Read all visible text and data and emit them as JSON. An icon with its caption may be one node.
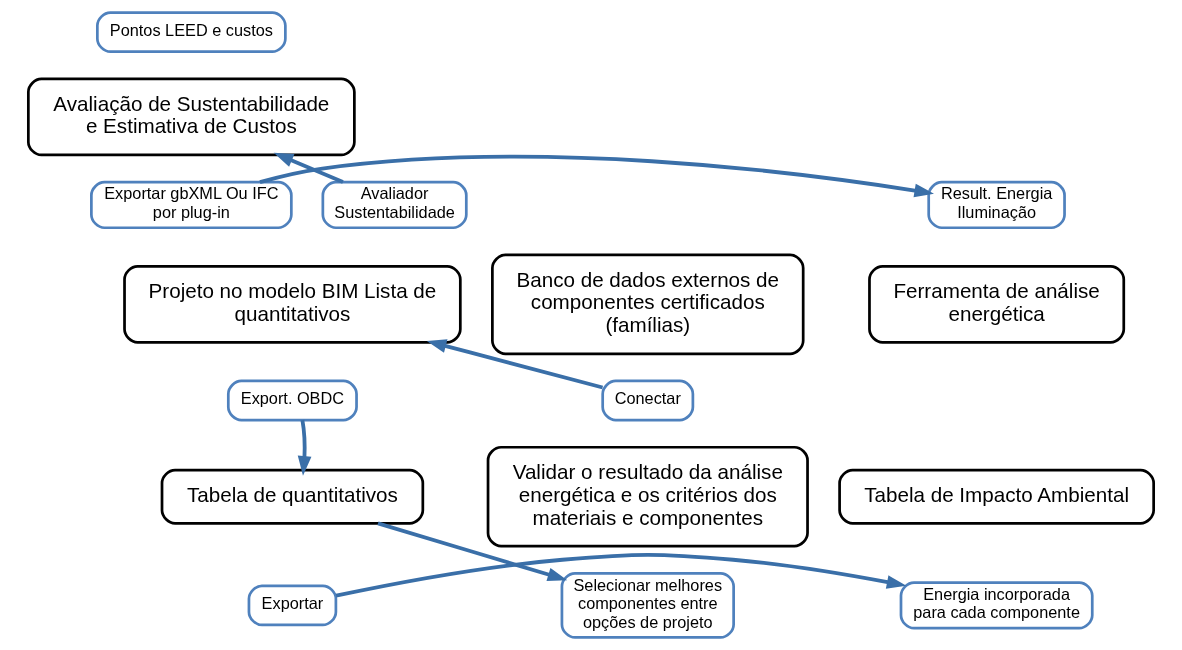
{
  "diagram": {
    "nodes": [
      {
        "text": [
          "Pontos LEED e custos"
        ]
      },
      {
        "text": [
          "Avaliação de Sustentabilidade e Estimativa de Custos"
        ]
      },
      {
        "text": [
          "Avaliador Sustentabilidade"
        ]
      },
      {
        "text": [
          "Exportar gbXML Ou IFC por plug-in"
        ]
      },
      {
        "text": [
          "Result. Energia Iluminação"
        ]
      },
      {
        "text": [
          "Banco de dados externos de componentes certificados (famílias)"
        ]
      },
      {
        "text": [
          "Projeto no modelo BIM Lista de quantitativos"
        ]
      },
      {
        "text": [
          "Ferramenta de análise energética"
        ]
      },
      {
        "text": [
          "Conectar"
        ]
      },
      {
        "text": [
          "Export. OBDC"
        ]
      },
      {
        "text": [
          "Validar o resultado da análise energética e os critérios dos materiais e componentes"
        ]
      },
      {
        "text": [
          "Tabela de quantitativos"
        ]
      },
      {
        "text": [
          "Tabela de Impacto Ambiental"
        ]
      },
      {
        "text": [
          "Selecionar melhores componentes entre opções de projeto"
        ]
      },
      {
        "text": [
          "Exportar"
        ]
      },
      {
        "text": [
          "Energia incorporada para cada componente"
        ]
      }
    ],
    "edges": [
      {
        "from": 2,
        "to": 1,
        "arrow": "to"
      },
      {
        "from": 3,
        "to": 4,
        "arrow": "to"
      },
      {
        "from": 8,
        "to": 6,
        "arrow": "to"
      },
      {
        "from": 9,
        "to": 11,
        "arrow": "to"
      },
      {
        "from": 14,
        "to": 15,
        "arrow": "to"
      },
      {
        "from": 11,
        "to": 13,
        "arrow": "to"
      }
    ]
  }
}
